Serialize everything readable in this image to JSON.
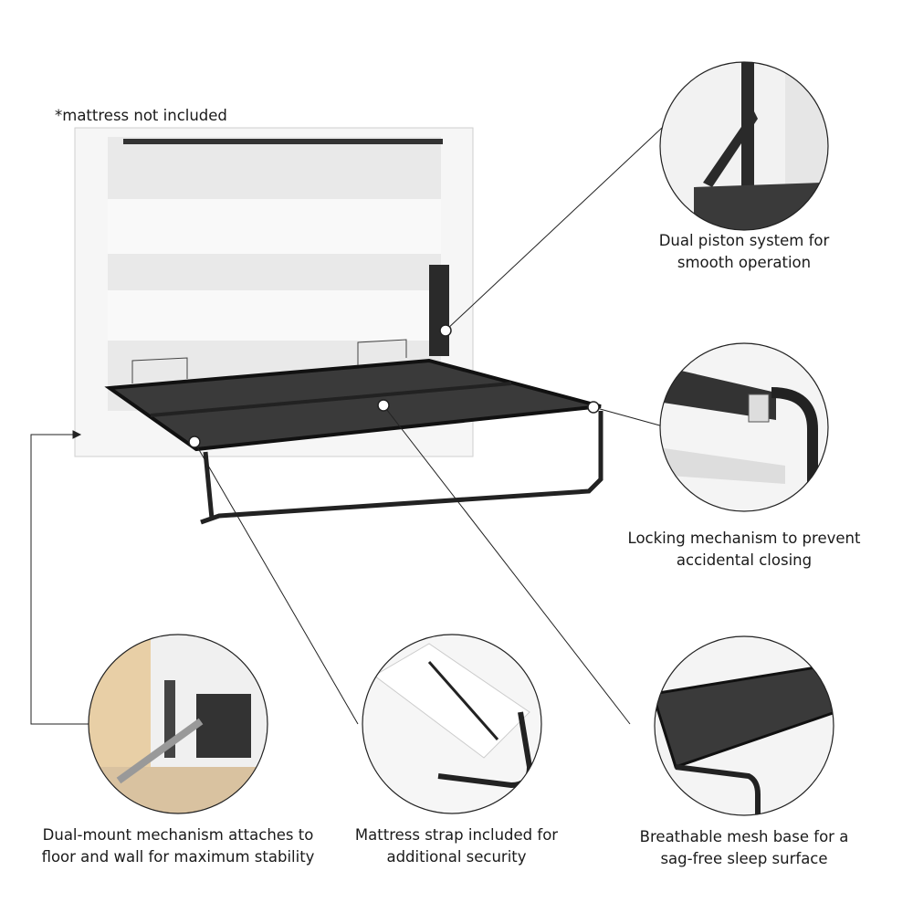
{
  "note": "*mattress not included",
  "features": [
    {
      "id": "piston",
      "line1": "Dual piston system for",
      "line2": "smooth operation"
    },
    {
      "id": "locking",
      "line1": "Locking mechanism to prevent",
      "line2": "accidental closing"
    },
    {
      "id": "mount",
      "line1": "Dual-mount mechanism attaches to",
      "line2": "floor and wall for maximum stability"
    },
    {
      "id": "strap",
      "line1": "Mattress strap included for",
      "line2": "additional security"
    },
    {
      "id": "mesh",
      "line1": "Breathable mesh base for a",
      "line2": "sag-free sleep surface"
    }
  ],
  "colors": {
    "mesh": "#3a3a3a",
    "frame": "#222222",
    "cabinet": "#f4f4f4",
    "wood": "#e8cfa6"
  }
}
